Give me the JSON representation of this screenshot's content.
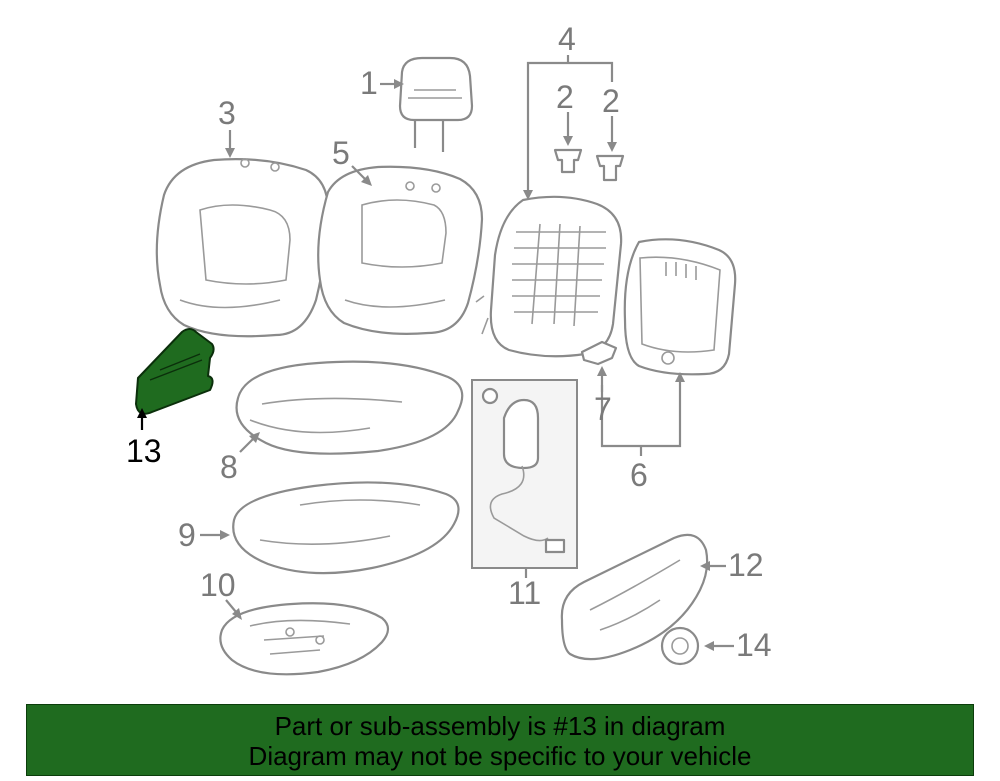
{
  "diagram": {
    "callouts": [
      {
        "id": "1",
        "label": "1"
      },
      {
        "id": "2a",
        "label": "2"
      },
      {
        "id": "2b",
        "label": "2"
      },
      {
        "id": "3",
        "label": "3"
      },
      {
        "id": "4",
        "label": "4"
      },
      {
        "id": "5",
        "label": "5"
      },
      {
        "id": "6",
        "label": "6"
      },
      {
        "id": "7",
        "label": "7"
      },
      {
        "id": "8",
        "label": "8"
      },
      {
        "id": "9",
        "label": "9"
      },
      {
        "id": "10",
        "label": "10"
      },
      {
        "id": "11",
        "label": "11"
      },
      {
        "id": "12",
        "label": "12"
      },
      {
        "id": "13",
        "label": "13"
      },
      {
        "id": "14",
        "label": "14"
      }
    ],
    "highlighted_part": "13",
    "highlight_color": "#1f6b1f",
    "line_color": "#8a8a8a"
  },
  "footer": {
    "line1": "Part or sub-assembly is #13 in diagram",
    "line2": "Diagram may not be specific to your vehicle",
    "background_color": "#1f6b1f"
  }
}
